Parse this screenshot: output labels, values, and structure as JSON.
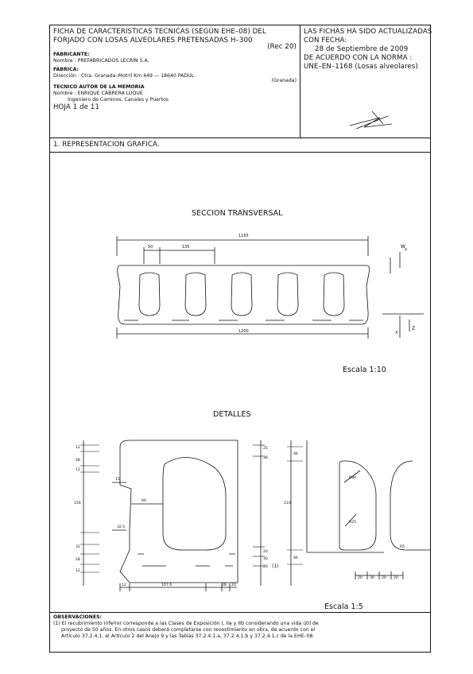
{
  "header": {
    "title_line1": "FICHA DE CARACTERISTICAS TECNICAS (SEGÚN EHE–08) DEL",
    "title_line2": "FORJADO CON LOSAS ALVEOLARES PRETENSADAS H–300",
    "title_rev": "(Rec 20)",
    "fabricante_label": "FABRICANTE:",
    "fabricante_nombre": "Nombre : PREFABRICADOS LECRÍN S.A.",
    "fabrica_label": "FABRICA:",
    "fabrica_direccion": "Dirección : Ctra. Granada–Motril  Km 449  —  18640 PADUL",
    "fabrica_ciudad": "(Granada)",
    "tecnico_label": "TECNICO AUTOR DE LA MEMORIA",
    "tecnico_nombre": "Nombre : ENRIQUE CABRERA LUQUE",
    "tecnico_titulo": "Ingeniero de Caminos, Canales y Puertos",
    "hoja": "HOJA 1 de 11"
  },
  "update_box": {
    "line1": "LAS FICHAS HA SIDO ACTUALIZADAS",
    "line2": "CON FECHA:",
    "date": "28 de Septiembre de 2009",
    "line3": "DE ACUERDO CON LA NORMA :",
    "norma": "UNE–EN–1168 (Losas alveolares)"
  },
  "section_title": "1. REPRESENTACION GRAFICA.",
  "cross_section": {
    "title": "SECCION TRANSVERSAL",
    "dim_total_top": "1165",
    "dim_50": "50",
    "dim_135": "135",
    "dim_total_bottom": "1200",
    "label_w": "W",
    "label_y": "Y",
    "label_z": "Z",
    "label_x": "X",
    "scale": "Escala 1:10"
  },
  "details": {
    "title": "DETALLES",
    "left_dims": [
      "12",
      "48",
      "12",
      "15",
      "60",
      "156",
      "32.5",
      "32",
      "28",
      "12",
      "12",
      "107.6",
      "28",
      "20"
    ],
    "right_of_left_dims": [
      "25",
      "38",
      "20",
      "30",
      "20",
      "(1)"
    ],
    "right_detail_dims": [
      "46",
      "210",
      "46",
      "R80",
      "R25",
      "R5",
      "20",
      "30",
      "20",
      "20"
    ],
    "scale": "Escala 1:5"
  },
  "observaciones": {
    "label": "OBSERVACIONES:",
    "line1": "(1) El recubrimiento inferior corresponde a las Clases de Exposición I, IIa y IIb considerando una vida útil de",
    "line2": "proyecto de 50 años. En otros casos deberá completarse con revestimiento en obra, de acuerdo con el",
    "line3": "Artículo 37.2.4.1. el Artículo 2 del Anejo 9 y las Tablas 37.2.4.1.a, 37.2.4.1.b y 37.2.4.1.c de la EHE–08."
  }
}
